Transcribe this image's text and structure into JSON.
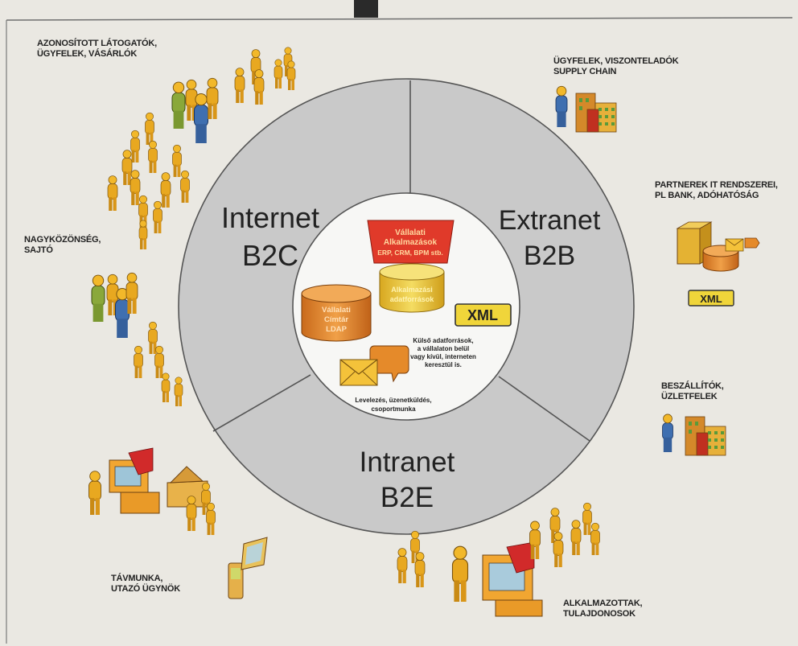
{
  "sectors": {
    "b2c": {
      "line1": "Internet",
      "line2": "B2C"
    },
    "b2b": {
      "line1": "Extranet",
      "line2": "B2B"
    },
    "b2e": {
      "line1": "Intranet",
      "line2": "B2E"
    }
  },
  "hub": {
    "apps": {
      "line1": "Vállalati",
      "line2": "Alkalmazások",
      "line3": "ERP, CRM, BPM stb."
    },
    "db": {
      "line1": "Alkalmazási",
      "line2": "adatforrások"
    },
    "ldap": {
      "line1": "Vállalati",
      "line2": "Címtár",
      "line3": "LDAP"
    },
    "xml": "XML",
    "external": {
      "line1": "Külső adatforrások,",
      "line2": "a vállalaton belül",
      "line3": "vagy kívül, interneten",
      "line4": "keresztül is."
    },
    "messaging": {
      "line1": "Levelezés, üzenetküldés,",
      "line2": "csoportmunka"
    }
  },
  "outer": {
    "visitors": {
      "line1": "AZONOSÍTOTT LÁTOGATÓK,",
      "line2": "ÜGYFELEK, VÁSÁRLÓK"
    },
    "public": {
      "line1": "NAGYKÖZÖNSÉG,",
      "line2": "SAJTÓ"
    },
    "remote": {
      "line1": "TÁVMUNKA,",
      "line2": "UTAZÓ ÜGYNÖK"
    },
    "employees": {
      "line1": "ALKALMAZOTTAK,",
      "line2": "TULAJDONOSOK"
    },
    "suppliers": {
      "line1": "BESZÁLLÍTÓK,",
      "line2": "ÜZLETFELEK"
    },
    "partners": {
      "line1": "PARTNEREK IT RENDSZEREI,",
      "line2": "PL BANK, ADÓHATÓSÁG"
    },
    "customers": {
      "line1": "ÜGYFELEK, VISZONTELADÓK",
      "line2": "SUPPLY CHAIN"
    },
    "partners_xml": "XML"
  },
  "colors": {
    "ring": "#c9c9c9",
    "hub": "#f7f7f5",
    "person": "#e8a820",
    "person_green": "#8aa83a",
    "person_blue": "#3f6fb0",
    "building": "#d89a2a",
    "xml_box": "#f0d53a",
    "apps_box": "#e03a2a",
    "orange_db": "#e3892b",
    "yellow_db": "#ecc83a"
  }
}
